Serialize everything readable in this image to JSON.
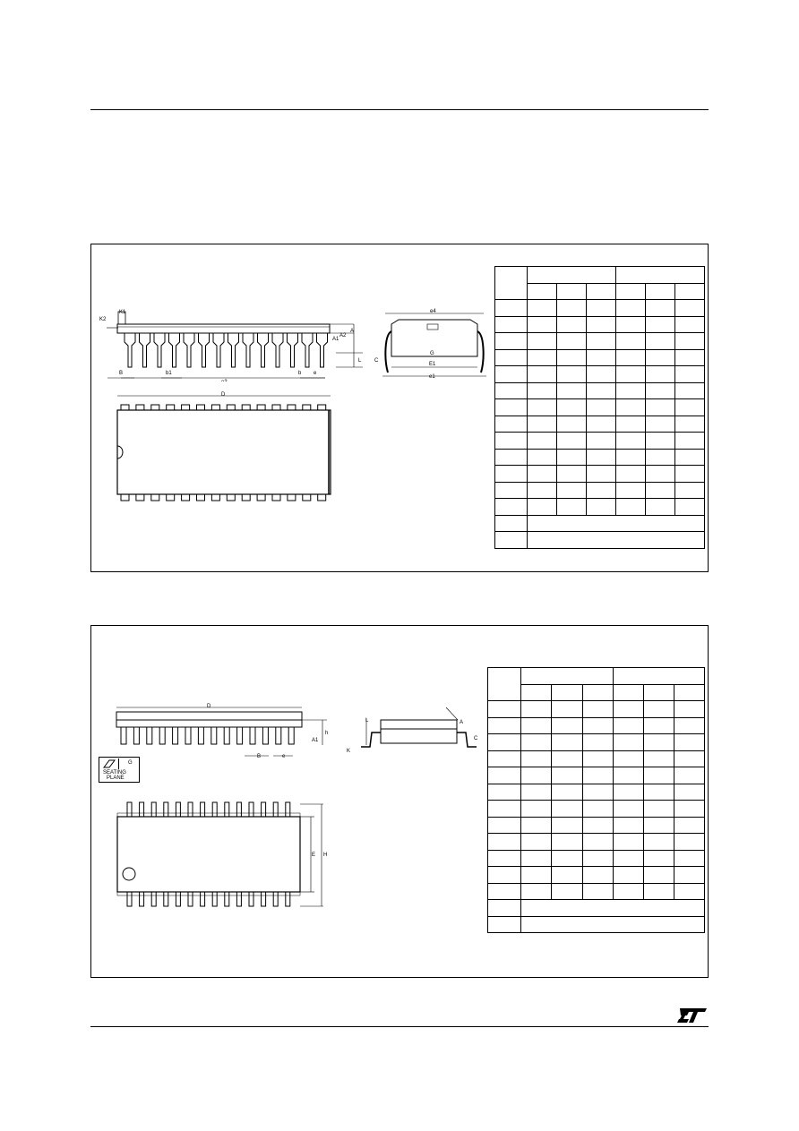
{
  "package_dip": {
    "labels": {
      "k2": "K2",
      "k1": "K1",
      "a": "A",
      "a1": "A1",
      "a2": "A2",
      "l": "L",
      "b": "B",
      "b1": "b1",
      "b_small": "b",
      "e": "e",
      "e3": "e3",
      "d": "D",
      "e4": "e4",
      "g": "G",
      "e1": "E1",
      "e1_lower": "e1",
      "c": "C"
    },
    "table": {
      "rows": 13,
      "cols": 6
    }
  },
  "package_so": {
    "labels": {
      "d": "D",
      "h": "h",
      "a1": "A1",
      "b": "B",
      "e": "e",
      "c": "C",
      "l": "L",
      "k": "K",
      "a": "A",
      "seating_g": "G",
      "seating_text_1": "SEATING",
      "seating_text_2": "PLANE",
      "e_upper": "E",
      "h_upper": "H"
    },
    "table": {
      "rows": 12,
      "cols": 6
    }
  },
  "footer": {
    "logo": "ST"
  }
}
